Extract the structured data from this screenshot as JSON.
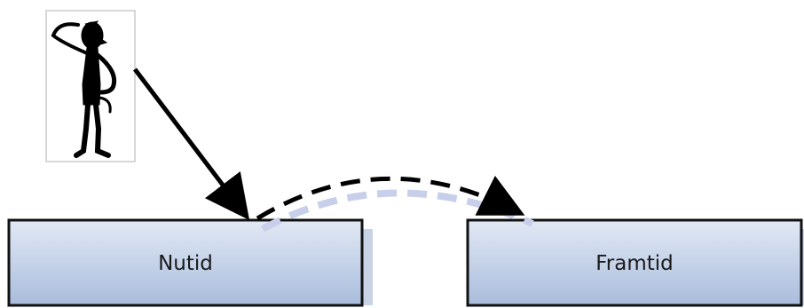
{
  "diagram": {
    "figure_icon": "thinking-stick-figure-icon",
    "boxes": {
      "present": {
        "label": "Nutid"
      },
      "future": {
        "label": "Framtid"
      }
    },
    "arrows": [
      {
        "from": "figure",
        "to": "present",
        "style": "solid"
      },
      {
        "from": "present",
        "to": "future",
        "style": "dashed"
      }
    ],
    "colors": {
      "box_fill_top": "#e2e9f5",
      "box_fill_bottom": "#a9bcdc",
      "box_border": "#111111",
      "box_shadow": "#c9d3e6",
      "arrow": "#000000",
      "arrow_shadow": "#c7cfea",
      "figure_frame": "#cccccc"
    }
  }
}
